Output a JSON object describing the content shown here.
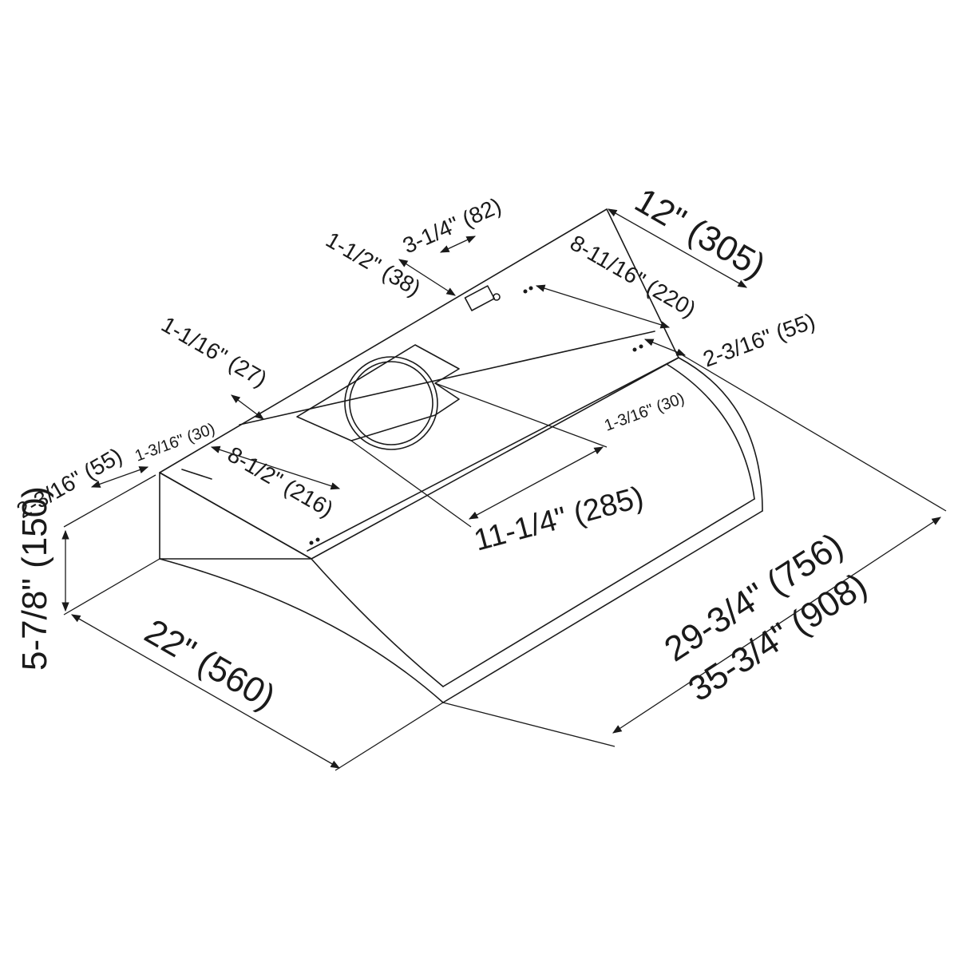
{
  "dimensions": {
    "width_upper": "29-3/4\" (756)",
    "width_overall": "35-3/4\" (908)",
    "depth": "22\" (560)",
    "height": "5-7/8\" (150)",
    "outlet_depth": "12\" (305)",
    "outlet_width": "11-1/4\" (285)",
    "outlet_offset_left": "8-1/2\" (216)",
    "mount_holes_right": "8-11/16\" (220)",
    "hole_spacing_top": "3-1/4\" (82)",
    "hole_offset_top": "1-1/2\" (38)",
    "edge_offset_left": "1-1/16\" (27)",
    "edge_offset_left2": "2-3/16\" (55)",
    "edge_offset_right": "2-3/16\" (55)",
    "small_left": "1-3/16\" (30)",
    "small_right": "1-3/16\" (30)"
  }
}
